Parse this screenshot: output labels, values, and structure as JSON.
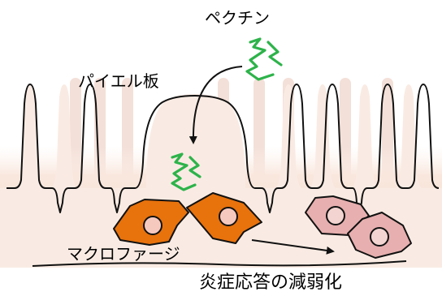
{
  "labels": {
    "pectin": "ペクチン",
    "peyers_patch": "パイエル板",
    "macrophage": "マクロファージ",
    "result": "炎症応答の減弱化"
  },
  "colors": {
    "tissue": "#f6e3d7",
    "villus_shadow": "#e9c8bf",
    "pectin": "#2db34a",
    "macrophage_active": "#e8720c",
    "macrophage_nucleus": "#f6c9bf",
    "macrophage_inactive": "#e7afaf",
    "outline": "#111111"
  }
}
